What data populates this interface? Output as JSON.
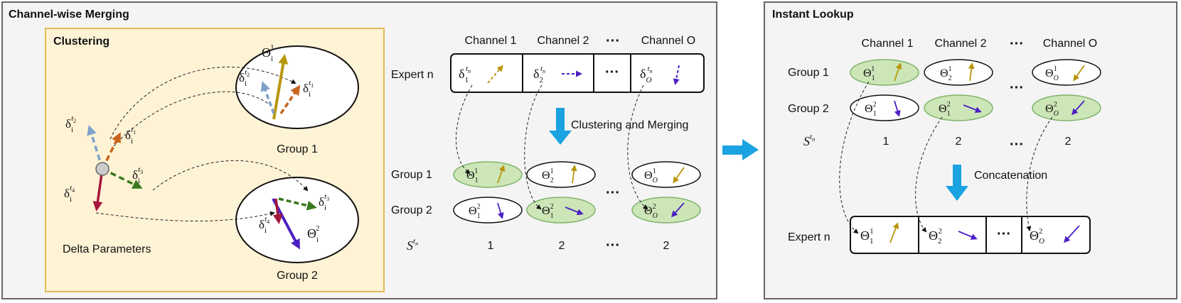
{
  "panels": {
    "merging": {
      "title": "Channel-wise Merging"
    },
    "clustering": {
      "title": "Clustering",
      "caption": "Delta Parameters"
    },
    "lookup": {
      "title": "Instant Lookup"
    }
  },
  "groups": {
    "g1": "Group 1",
    "g2": "Group 2"
  },
  "channels": [
    "Channel 1",
    "Channel 2",
    "Channel O"
  ],
  "ellipsis": "···",
  "expert_label": "Expert n",
  "steps": {
    "cluster_merge": "Clustering and Merging",
    "concat": "Concatenation"
  },
  "symbols": {
    "theta": "Θ",
    "delta": "δ",
    "s": "S",
    "sub_1": "1",
    "sub_2": "2",
    "sub_O": "O",
    "sub_i": "i",
    "sup_1": "1",
    "sup_2": "2",
    "t_base": "t",
    "t1": "1",
    "t2": "2",
    "t3": "3",
    "t4": "4",
    "tn": "n"
  },
  "assignments": {
    "merging": [
      "1",
      "2",
      "2"
    ],
    "lookup": [
      "1",
      "2",
      "2"
    ]
  },
  "colors": {
    "gold": "#b8960c",
    "orange": "#c8641a",
    "lightblue": "#7ea1c9",
    "green": "#3a7a1e",
    "crimson": "#a3163a",
    "purple": "#4b1fc4",
    "highlight": "#cde6b8",
    "panel_bg": "#f4f4f4",
    "cluster_bg": "#fff3d6",
    "cluster_border": "#e3b956",
    "flow_arrow": "#1aa3e0"
  }
}
